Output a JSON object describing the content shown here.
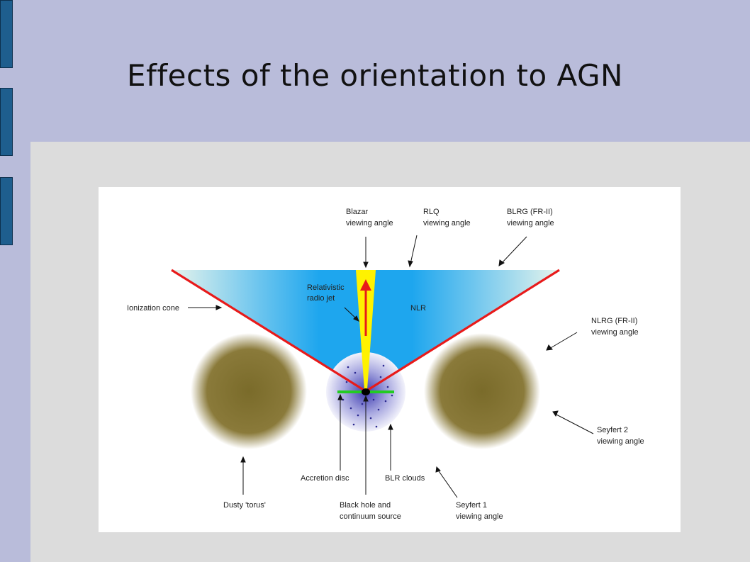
{
  "slide": {
    "title": "Effects of the orientation to  AGN"
  },
  "diagram": {
    "labels": {
      "blazar_line1": "Blazar",
      "blazar_line2": "viewing angle",
      "rlq_line1": "RLQ",
      "rlq_line2": "viewing angle",
      "blrg_line1": "BLRG (FR-II)",
      "blrg_line2": "viewing angle",
      "ionization_cone": "Ionization cone",
      "jet_line1": "Relativistic",
      "jet_line2": "radio jet",
      "nlr": "NLR",
      "nlrg_line1": "NLRG (FR-II)",
      "nlrg_line2": "viewing angle",
      "seyfert2_line1": "Seyfert 2",
      "seyfert2_line2": "viewing angle",
      "accretion_disc": "Accretion disc",
      "blr_clouds": "BLR clouds",
      "seyfert1_line1": "Seyfert 1",
      "seyfert1_line2": "viewing angle",
      "torus": "Dusty 'torus'",
      "blackhole_line1": "Black hole and",
      "blackhole_line2": "continuum source"
    },
    "colors": {
      "cone_edge": "#e81a1a",
      "cone_fill": "#1ea6ee",
      "jet": "#fff200",
      "jet_arrow": "#e81a1a",
      "torus": "#7a6b2a",
      "blr": "#5a58c8",
      "disc": "#22cc22"
    }
  }
}
